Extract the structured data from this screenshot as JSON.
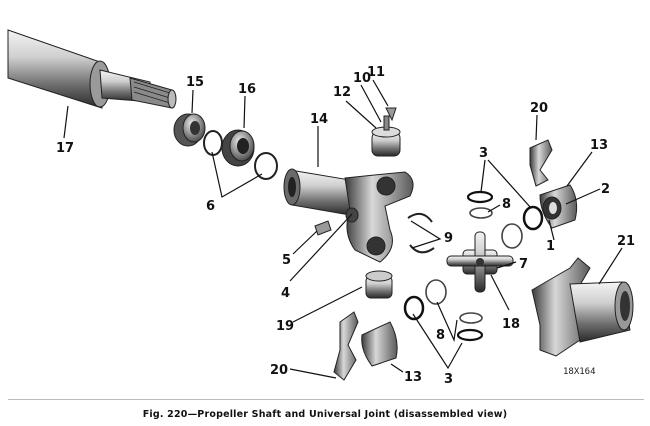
{
  "caption": "Fig. 220—Propeller Shaft and Universal Joint (disassembled view)",
  "figure_ref": "18X164",
  "callouts": {
    "c17": "17",
    "c15": "15",
    "c16": "16",
    "c6": "6",
    "c14": "14",
    "c12": "12",
    "c10": "10",
    "c11": "11",
    "c20a": "20",
    "c13a": "13",
    "c3a": "3",
    "c8a": "8",
    "c2": "2",
    "c1": "1",
    "c5": "5",
    "c4": "4",
    "c9": "9",
    "c7": "7",
    "c21": "21",
    "c19": "19",
    "c8b": "8",
    "c18": "18",
    "c20b": "20",
    "c13b": "13",
    "c3b": "3"
  }
}
